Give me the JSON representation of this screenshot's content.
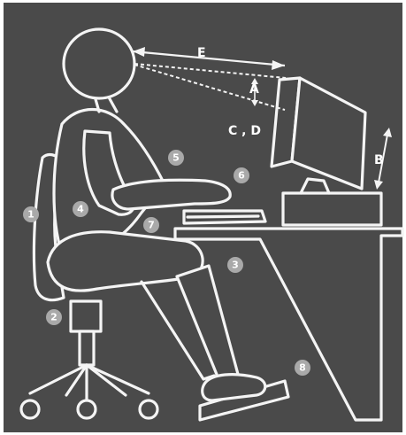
{
  "labels": {
    "E": "E",
    "A": "A",
    "CD": "C , D",
    "B": "B"
  },
  "badges": [
    "1",
    "2",
    "3",
    "4",
    "5",
    "6",
    "7",
    "8"
  ],
  "colors": {
    "background": "#4a4a4a",
    "outline": "#f4f4f4",
    "badge": "#a9a9a9"
  }
}
